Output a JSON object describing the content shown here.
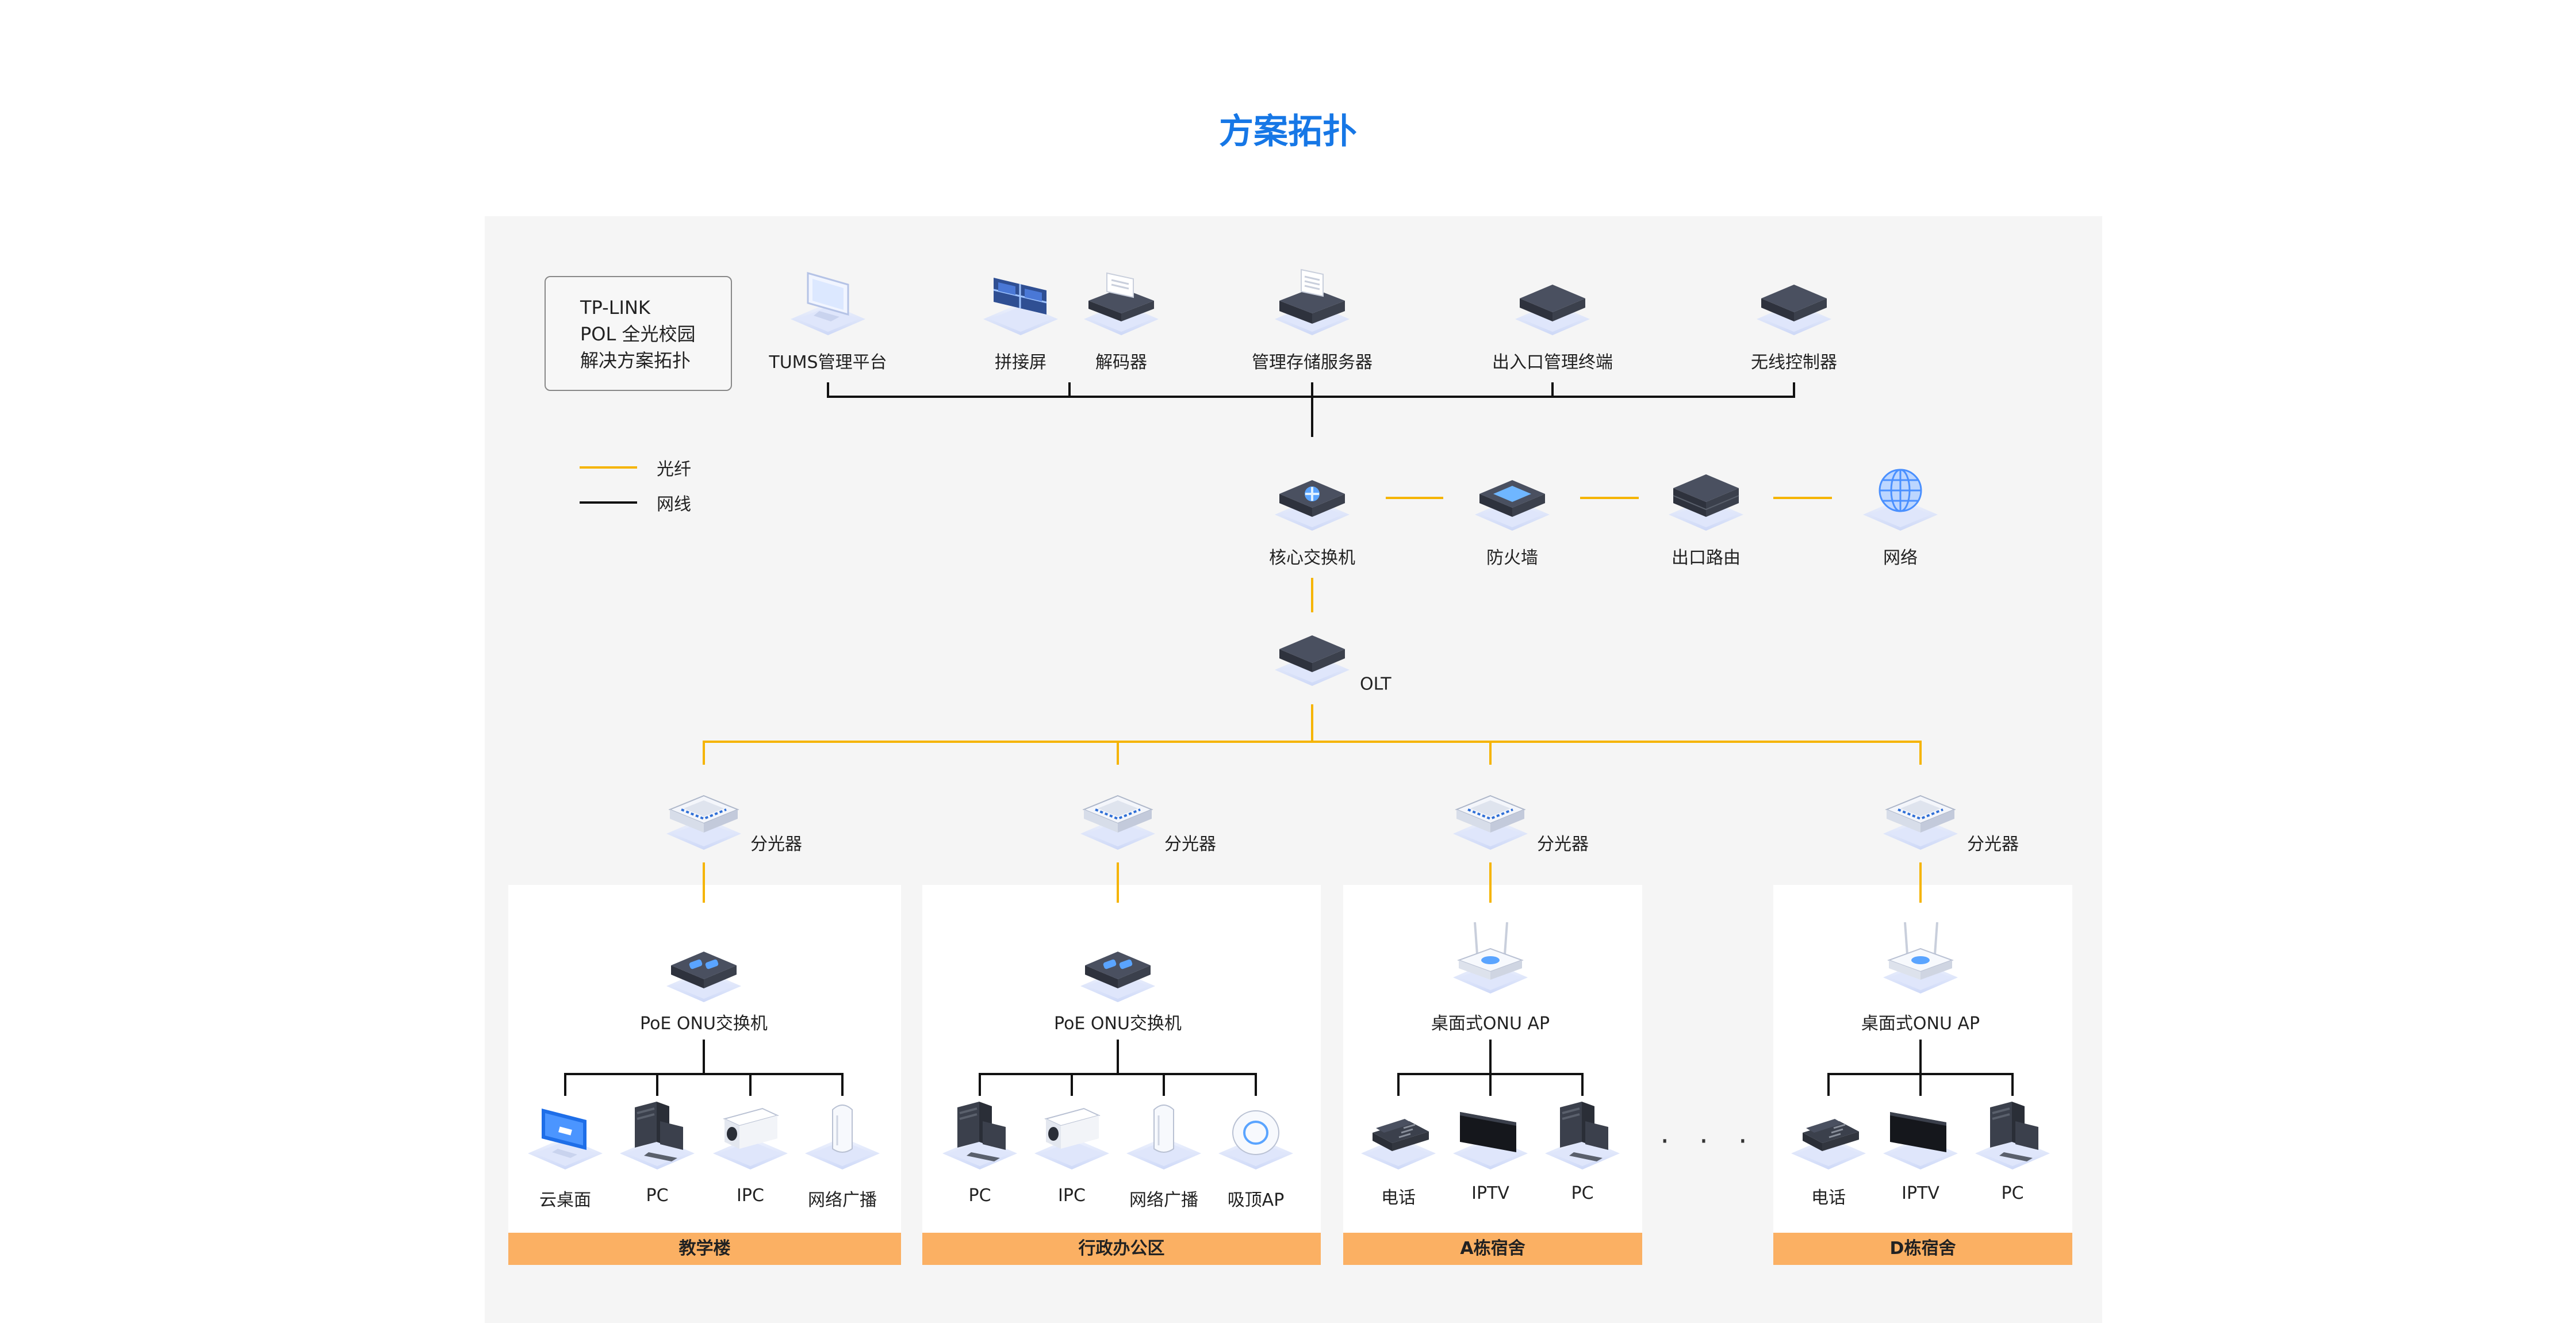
{
  "page_title": "方案拓扑",
  "title_box": {
    "line1": "TP-LINK",
    "line2": "POL 全光校园",
    "line3": "解决方案拓扑"
  },
  "legend": [
    {
      "label": "光纤",
      "color": "#f5b400"
    },
    {
      "label": "网线",
      "color": "#111111"
    }
  ],
  "top_devices": {
    "tums": {
      "label": "TUMS管理平台",
      "icon": "monitor-icon"
    },
    "splicing": {
      "label": "拼接屏",
      "icon": "video-wall-icon"
    },
    "decoder": {
      "label": "解码器",
      "icon": "decoder-icon"
    },
    "storage": {
      "label": "管理存储服务器",
      "icon": "storage-server-icon"
    },
    "gateway": {
      "label": "出入口管理终端",
      "icon": "gateway-terminal-icon"
    },
    "wlc": {
      "label": "无线控制器",
      "icon": "wireless-controller-icon"
    }
  },
  "core_row": {
    "core": {
      "label": "核心交换机",
      "icon": "core-switch-icon"
    },
    "firewall": {
      "label": "防火墙",
      "icon": "firewall-icon"
    },
    "router": {
      "label": "出口路由",
      "icon": "router-icon"
    },
    "internet": {
      "label": "网络",
      "icon": "globe-icon"
    }
  },
  "olt": {
    "label": "OLT",
    "icon": "olt-icon"
  },
  "splitter_label": "分光器",
  "zones": [
    {
      "name": "教学楼",
      "onu": "PoE ONU交换机",
      "endpoints": [
        "云桌面",
        "PC",
        "IPC",
        "网络广播"
      ]
    },
    {
      "name": "行政办公区",
      "onu": "PoE ONU交换机",
      "endpoints": [
        "PC",
        "IPC",
        "网络广播",
        "吸顶AP"
      ]
    },
    {
      "name": "A栋宿舍",
      "onu": "桌面式ONU AP",
      "endpoints": [
        "电话",
        "IPTV",
        "PC"
      ]
    },
    {
      "name": "D栋宿舍",
      "onu": "桌面式ONU AP",
      "endpoints": [
        "电话",
        "IPTV",
        "PC"
      ]
    }
  ],
  "ellipsis": "· · ·",
  "colors": {
    "accent": "#1677e6",
    "fiber": "#f5b400",
    "ethernet": "#111111",
    "band": "#fbb063",
    "canvas": "#f5f5f5"
  }
}
